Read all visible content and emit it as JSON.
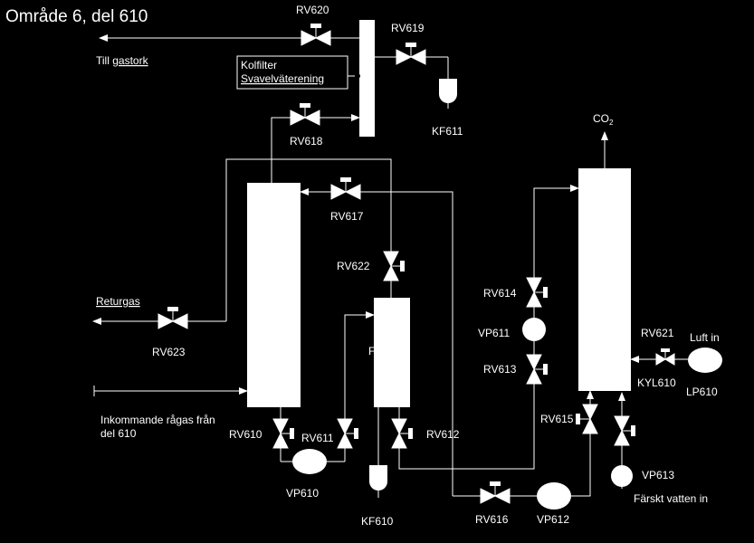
{
  "title": "Område 6, del 610",
  "colors": {
    "background": "#000000",
    "foreground": "#ffffff"
  },
  "labels": {
    "till_gastork_prefix": "Till ",
    "till_gastork_link": "gastork",
    "kolfilter_line1": "Kolfilter",
    "kolfilter_line2": "Svavelväterening",
    "co2": "CO",
    "co2_sub": "2",
    "returgas": "Returgas",
    "inkommande_line1": "Inkommande rågas från",
    "inkommande_line2": "del 610",
    "luft_in": "Luft in",
    "farskt_vatten": "Färskt vatten in",
    "f_letter": "F"
  },
  "valves": {
    "rv620": "RV620",
    "rv619": "RV619",
    "rv618": "RV618",
    "rv617": "RV617",
    "rv622": "RV622",
    "rv623": "RV623",
    "rv610": "RV610",
    "rv611": "RV611",
    "rv612": "RV612",
    "rv613": "RV613",
    "rv614": "RV614",
    "rv615": "RV615",
    "rv616": "RV616",
    "rv621": "RV621"
  },
  "equipment": {
    "kf611": "KF611",
    "kf610": "KF610",
    "vp610": "VP610",
    "vp611": "VP611",
    "vp612": "VP612",
    "vp613": "VP613",
    "kyl610": "KYL610",
    "lp610": "LP610"
  }
}
